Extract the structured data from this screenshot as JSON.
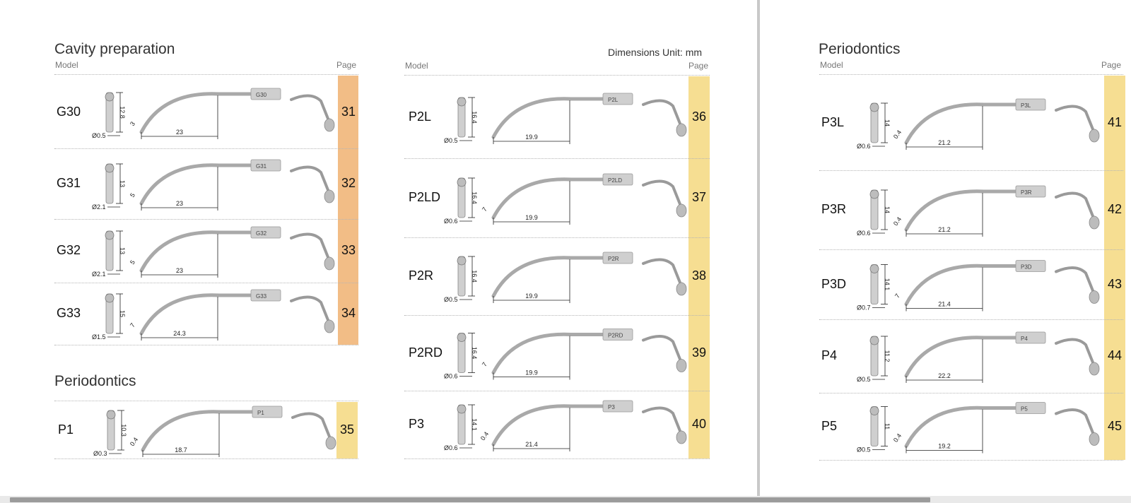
{
  "header": {
    "model_label": "Model",
    "page_label": "Page",
    "units_label": "Dimensions Unit: mm"
  },
  "colors": {
    "orange": "#f2bd86",
    "yellow": "#f6de92",
    "rule": "#b5b5b5",
    "tip": "#9a9a9a"
  },
  "sections": [
    {
      "title": "Cavity preparation",
      "rows": [
        {
          "model": "G30",
          "page": "31",
          "dia": "Ø0.5",
          "hlen": "12.8",
          "tipseg": "3",
          "len": "23"
        },
        {
          "model": "G31",
          "page": "32",
          "dia": "Ø2.1",
          "hlen": "13",
          "tipseg": "5",
          "len": "23"
        },
        {
          "model": "G32",
          "page": "33",
          "dia": "Ø2.1",
          "hlen": "13",
          "tipseg": "5",
          "len": "23"
        },
        {
          "model": "G33",
          "page": "34",
          "dia": "Ø1.5",
          "hlen": "15",
          "tipseg": "7",
          "len": "24.3"
        }
      ]
    },
    {
      "title": "Periodontics",
      "rows": [
        {
          "model": "P1",
          "page": "35",
          "dia": "Ø0.3",
          "hlen": "10.3",
          "tipseg": "0.4",
          "len": "18.7"
        }
      ]
    },
    {
      "title": "",
      "rows": [
        {
          "model": "P2L",
          "page": "36",
          "dia": "Ø0.5",
          "hlen": "16.4",
          "tipseg": "",
          "len": "19.9"
        },
        {
          "model": "P2LD",
          "page": "37",
          "dia": "Ø0.6",
          "hlen": "16.4",
          "tipseg": "7",
          "len": "19.9"
        },
        {
          "model": "P2R",
          "page": "38",
          "dia": "Ø0.5",
          "hlen": "16.4",
          "tipseg": "",
          "len": "19.9"
        },
        {
          "model": "P2RD",
          "page": "39",
          "dia": "Ø0.6",
          "hlen": "16.4",
          "tipseg": "7",
          "len": "19.9"
        },
        {
          "model": "P3",
          "page": "40",
          "dia": "Ø0.6",
          "hlen": "14.1",
          "tipseg": "0.4",
          "len": "21.4"
        }
      ]
    },
    {
      "title": "Periodontics",
      "rows": [
        {
          "model": "P3L",
          "page": "41",
          "dia": "Ø0.6",
          "hlen": "14",
          "tipseg": "0.4",
          "len": "21.2"
        },
        {
          "model": "P3R",
          "page": "42",
          "dia": "Ø0.6",
          "hlen": "14",
          "tipseg": "0.4",
          "len": "21.2"
        },
        {
          "model": "P3D",
          "page": "43",
          "dia": "Ø0.7",
          "hlen": "14.1",
          "tipseg": "7",
          "len": "21.4"
        },
        {
          "model": "P4",
          "page": "44",
          "dia": "Ø0.5",
          "hlen": "11.2",
          "tipseg": "",
          "len": "22.2"
        },
        {
          "model": "P5",
          "page": "45",
          "dia": "Ø0.5",
          "hlen": "11",
          "tipseg": "0.4",
          "len": "19.2"
        }
      ]
    }
  ]
}
